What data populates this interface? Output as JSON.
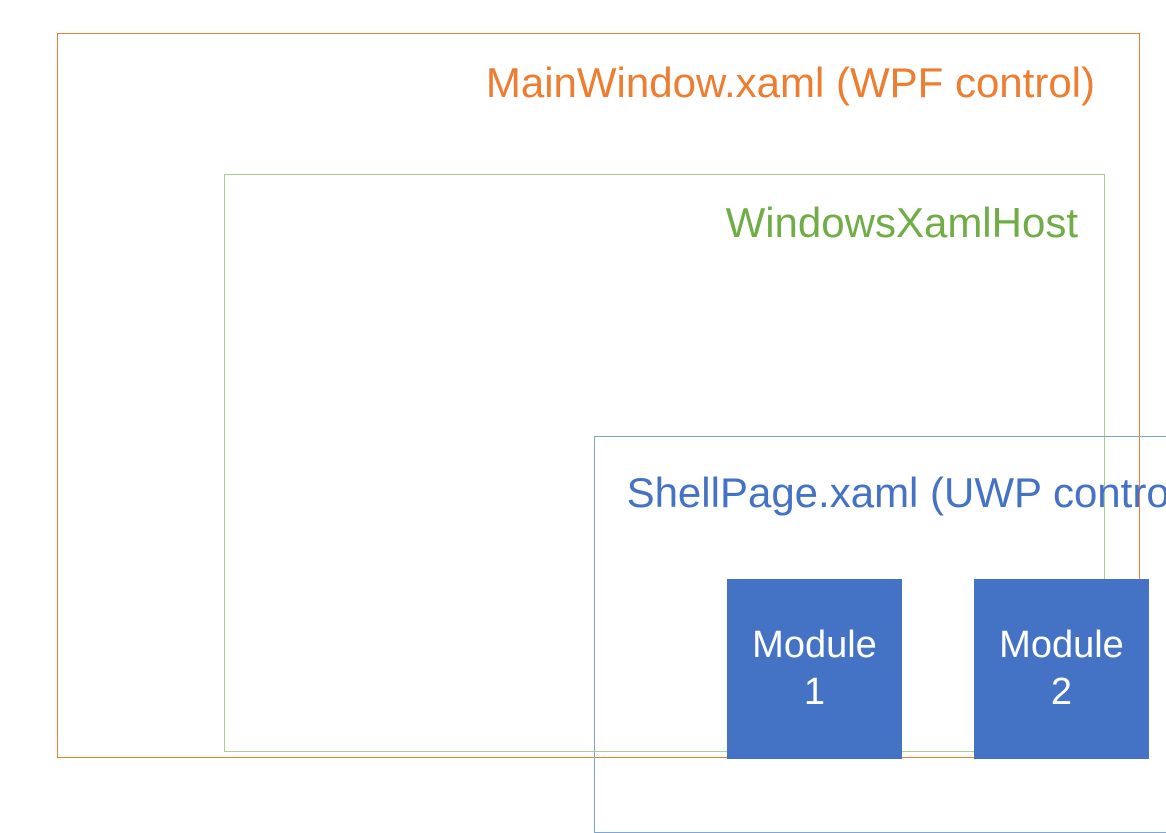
{
  "diagram": {
    "type": "nested-layers",
    "background": "#FFFFFF",
    "layers": [
      {
        "id": "wpf",
        "label": "MainWindow.xaml (WPF control)",
        "border_color": "#ED7D31",
        "text_color": "#ED7D31"
      },
      {
        "id": "xamlhost",
        "label": "WindowsXamlHost",
        "border_color": "#A9D18E",
        "text_color": "#70AD47"
      },
      {
        "id": "shellpage",
        "label": "ShellPage.xaml (UWP control)",
        "border_color": "#7BA7D7",
        "text_color": "#4472C4"
      }
    ],
    "modules": [
      {
        "id": "module-1",
        "name": "Module",
        "number": "1",
        "fill_color": "#4472C4",
        "text_color": "#FFFFFF"
      },
      {
        "id": "module-2",
        "name": "Module",
        "number": "2",
        "fill_color": "#4472C4",
        "text_color": "#FFFFFF"
      }
    ]
  }
}
